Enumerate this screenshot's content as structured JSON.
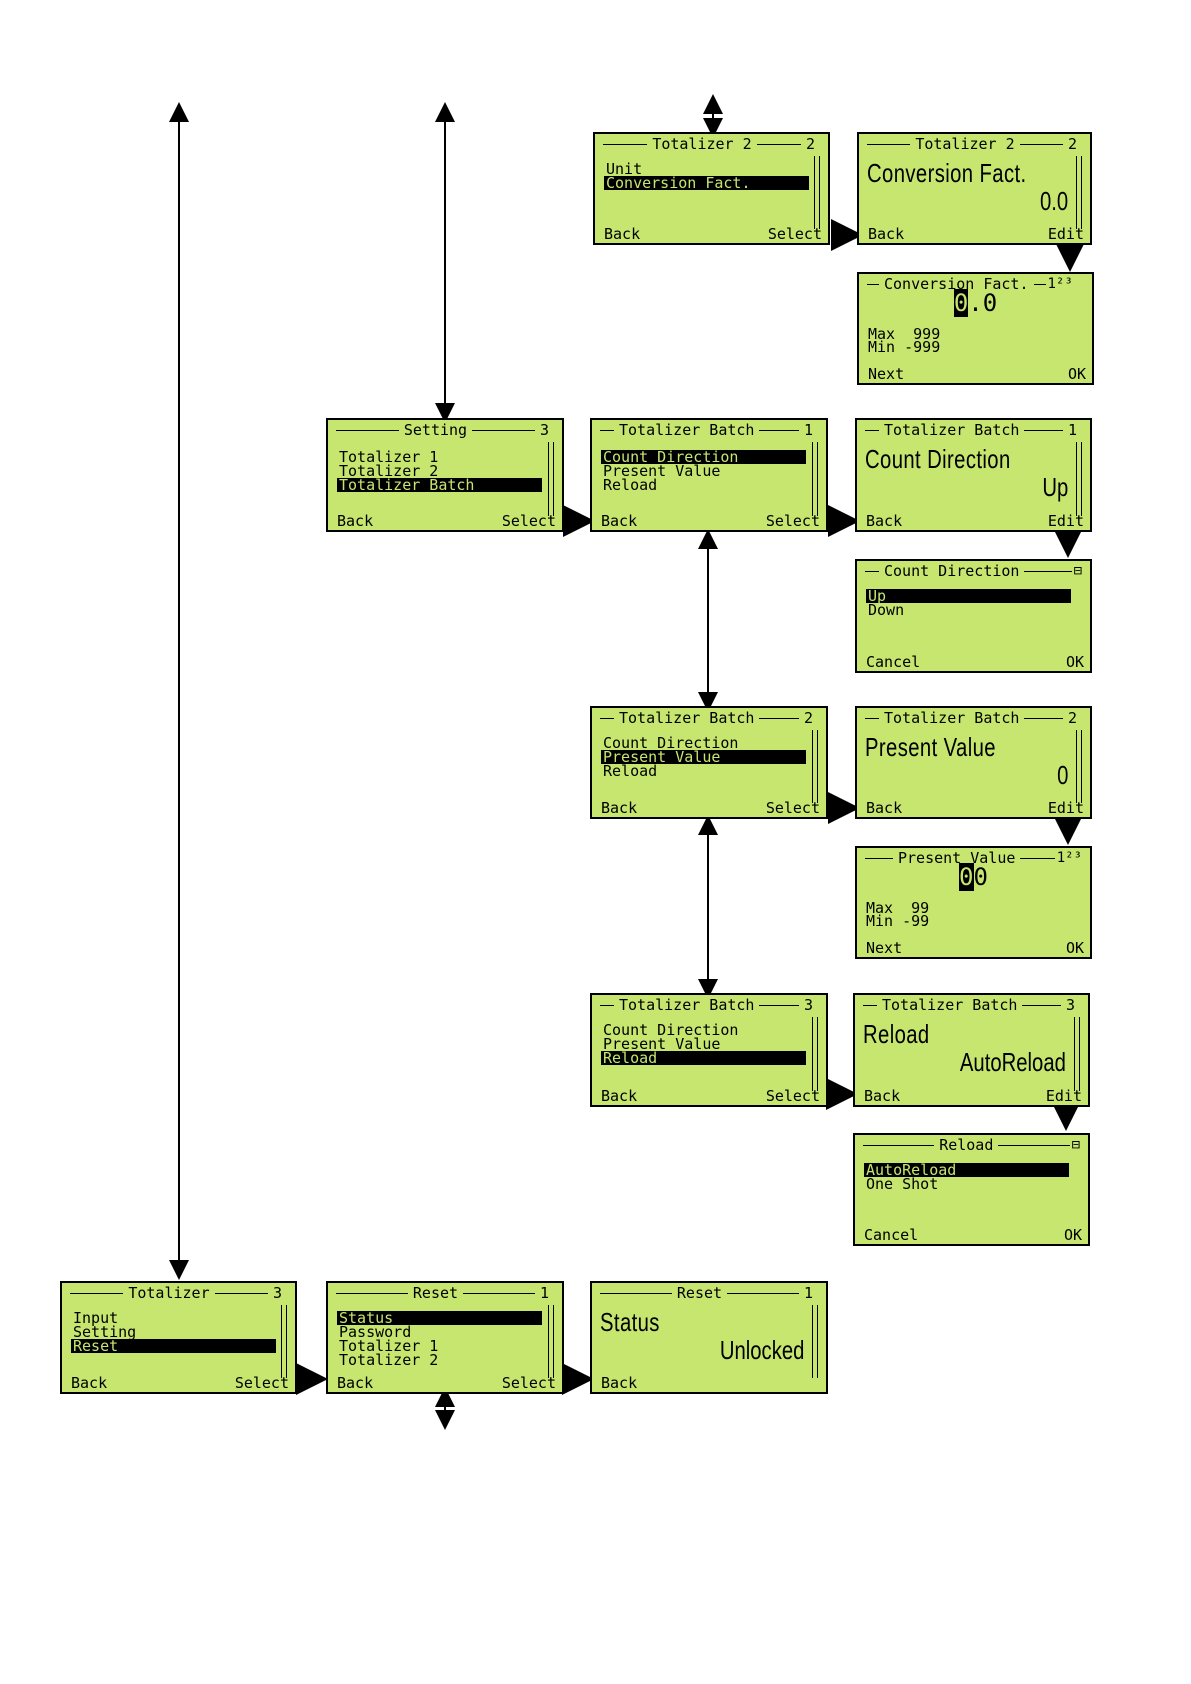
{
  "screens": {
    "t2_menu": {
      "title": "Totalizer 2",
      "num": "2",
      "items": [
        "Unit",
        "Conversion Fact."
      ],
      "back": "Back",
      "action": "Select"
    },
    "t2_value": {
      "title": "Totalizer 2",
      "num": "2",
      "label": "Conversion Fact.",
      "value": "0.0",
      "back": "Back",
      "action": "Edit"
    },
    "conv_edit": {
      "title": "Conversion Fact.",
      "tag": "1²³",
      "cursor": "0",
      "value_rest": ".0",
      "max": "Max  999",
      "min": "Min -999",
      "left": "Next",
      "right": "OK"
    },
    "setting_menu": {
      "title": "Setting",
      "num": "3",
      "items": [
        "Totalizer 1",
        "Totalizer 2",
        "Totalizer Batch"
      ],
      "back": "Back",
      "action": "Select"
    },
    "tb1_menu": {
      "title": "Totalizer Batch",
      "num": "1",
      "items": [
        "Count Direction",
        "Present Value",
        "Reload"
      ],
      "back": "Back",
      "action": "Select"
    },
    "tb1_value": {
      "title": "Totalizer Batch",
      "num": "1",
      "label": "Count Direction",
      "value": "Up",
      "back": "Back",
      "action": "Edit"
    },
    "countdir_edit": {
      "title": "Count Direction",
      "tag": "⊟",
      "items": [
        "Up",
        "Down"
      ],
      "left": "Cancel",
      "right": "OK"
    },
    "tb2_menu": {
      "title": "Totalizer Batch",
      "num": "2",
      "items": [
        "Count Direction",
        "Present Value",
        "Reload"
      ],
      "back": "Back",
      "action": "Select"
    },
    "tb2_value": {
      "title": "Totalizer Batch",
      "num": "2",
      "label": "Present Value",
      "value": "0",
      "back": "Back",
      "action": "Edit"
    },
    "present_edit": {
      "title": "Present Value",
      "tag": "1²³",
      "cursor": "0",
      "value_rest": "0",
      "max": "Max  99",
      "min": "Min -99",
      "left": "Next",
      "right": "OK"
    },
    "tb3_menu": {
      "title": "Totalizer Batch",
      "num": "3",
      "items": [
        "Count Direction",
        "Present Value",
        "Reload"
      ],
      "back": "Back",
      "action": "Select"
    },
    "tb3_value": {
      "title": "Totalizer Batch",
      "num": "3",
      "label": "Reload",
      "value": "AutoReload",
      "back": "Back",
      "action": "Edit"
    },
    "reload_edit": {
      "title": "Reload",
      "tag": "⊟",
      "items": [
        "AutoReload",
        "One Shot"
      ],
      "left": "Cancel",
      "right": "OK"
    },
    "totalizer_menu": {
      "title": "Totalizer",
      "num": "3",
      "items": [
        "Input",
        "Setting",
        "Reset"
      ],
      "back": "Back",
      "action": "Select"
    },
    "reset_menu": {
      "title": "Reset",
      "num": "1",
      "items": [
        "Status",
        "Password",
        "Totalizer 1",
        "Totalizer 2"
      ],
      "back": "Back",
      "action": "Select"
    },
    "reset_value": {
      "title": "Reset",
      "num": "1",
      "label": "Status",
      "value": "Unlocked",
      "back": "Back"
    }
  }
}
